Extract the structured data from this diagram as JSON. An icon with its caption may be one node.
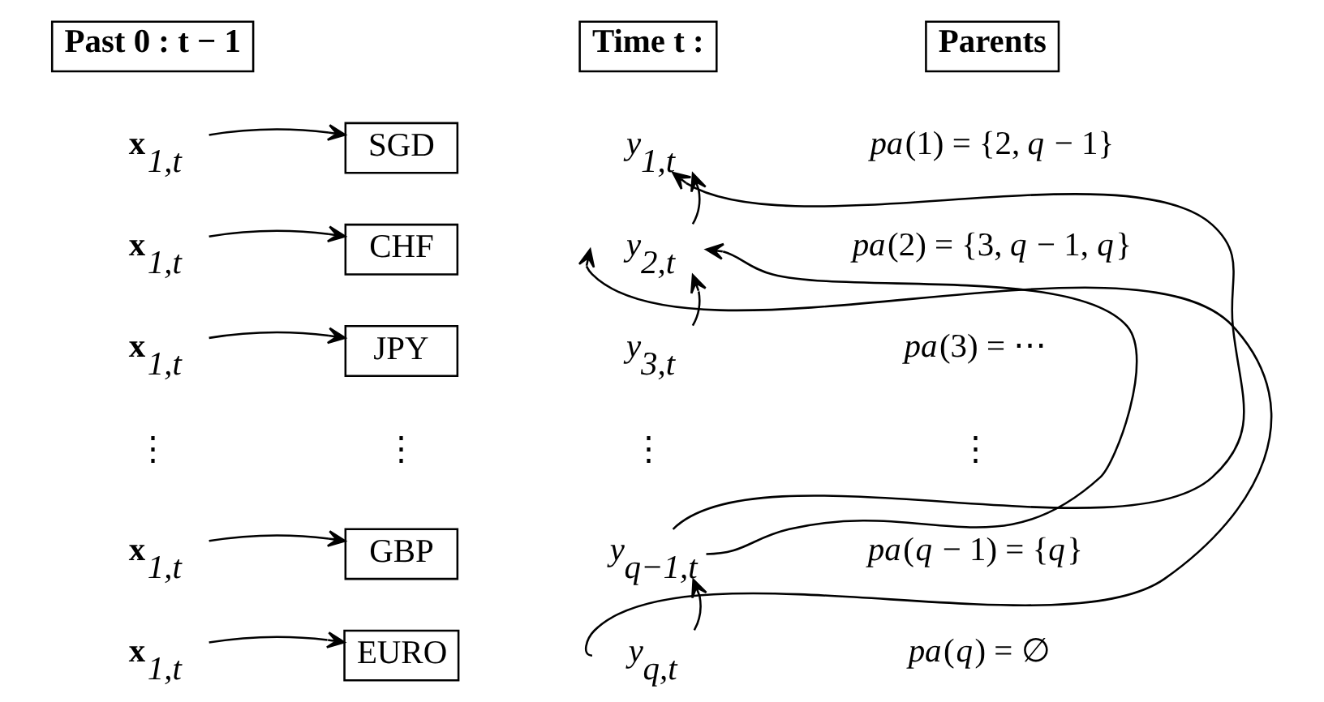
{
  "diagram": {
    "nodes": [
      {
        "text": [
          "Past 0 : t − 1"
        ]
      },
      {
        "text": [
          "Time t :"
        ]
      },
      {
        "text": [
          "Parents"
        ]
      },
      {
        "text": [
          "**x**$_{1,t}$"
        ]
      },
      {
        "text": [
          "SGD"
        ]
      },
      {
        "text": [
          "*y*$_{1,t}$"
        ]
      },
      {
        "text": [
          "**x**$_{1,t}$"
        ]
      },
      {
        "text": [
          "CHF"
        ]
      },
      {
        "text": [
          "*y*$_{2,t}$"
        ]
      },
      {
        "text": [
          "**x**$_{1,t}$"
        ]
      },
      {
        "text": [
          "JPY"
        ]
      },
      {
        "text": [
          "*y*$_{3,t}$"
        ]
      },
      {
        "text": [
          "**x**$_{1,t}$"
        ]
      },
      {
        "text": [
          "GBP"
        ]
      },
      {
        "text": [
          "*y*$_{q−1,t}$"
        ]
      },
      {
        "text": [
          "**x**$_{1,t}$"
        ]
      },
      {
        "text": [
          "EURO"
        ]
      },
      {
        "text": [
          "*y*$_{q,t}$"
        ]
      }
    ],
    "edges": [
      {
        "from": 3,
        "to": 4,
        "arrow": "to"
      },
      {
        "from": 6,
        "to": 7,
        "arrow": "to"
      },
      {
        "from": 9,
        "to": 10,
        "arrow": "to"
      },
      {
        "from": 12,
        "to": 13,
        "arrow": "to"
      },
      {
        "from": 15,
        "to": 16,
        "arrow": "to"
      },
      {
        "from": 8,
        "to": 5,
        "arrow": "to"
      },
      {
        "from": 11,
        "to": 8,
        "arrow": "to"
      },
      {
        "from": 14,
        "to": 5,
        "arrow": "to"
      },
      {
        "from": 14,
        "to": 8,
        "arrow": "to"
      },
      {
        "from": 17,
        "to": 8,
        "arrow": "to"
      },
      {
        "from": 17,
        "to": 14,
        "arrow": "to"
      }
    ],
    "labels": [
      "*pa*(1) = {2, *q* − 1}",
      "*pa*(2) = {3, *q* − 1, *q*}",
      "*pa*(3) = ⋯",
      "⋮",
      "⋮",
      "⋮",
      "⋮",
      "*pa*(*q* − 1) = {*q*}",
      "*pa*(*q*) = ∅"
    ]
  }
}
